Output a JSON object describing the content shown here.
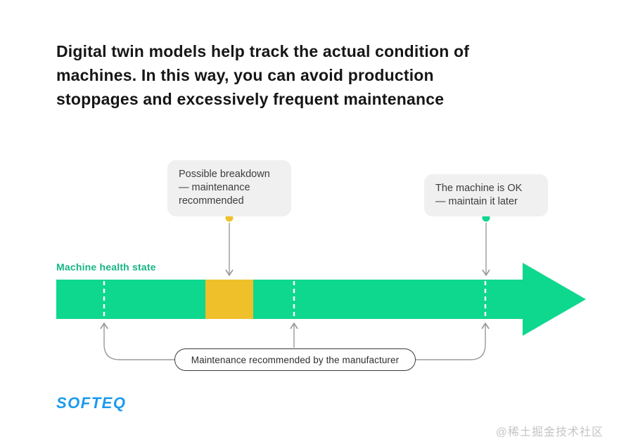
{
  "heading": {
    "text": "Digital twin models help track the actual condition of\nmachines. In this way, you can avoid production\nstoppages and excessively frequent maintenance"
  },
  "callouts": {
    "breakdown": {
      "text": "Possible breakdown\n— maintenance\nrecommended",
      "marker_color": "#f0c02b"
    },
    "ok": {
      "text": "The machine is OK\n— maintain it later",
      "marker_color": "#0ed78e"
    }
  },
  "timeline": {
    "axis_label": "Machine health state",
    "note": "Maintenance recommended by the manufacturer",
    "segments": [
      {
        "state": "healthy",
        "color": "#0ed78e"
      },
      {
        "state": "possible-breakdown",
        "color": "#f0c02b"
      },
      {
        "state": "healthy",
        "color": "#0ed78e"
      }
    ]
  },
  "colors": {
    "bar_green": "#0ed78e",
    "warning_yellow": "#f0c02b",
    "label_green": "#15b583",
    "callout_bg": "#f0f0f1",
    "connector_gray": "#999999",
    "heading_text": "#161616",
    "logo_blue": "#1b9af0",
    "watermark_gray": "#c4c4c4"
  },
  "footer": {
    "logo": "SOFTEQ",
    "watermark": "@稀土掘金技术社区"
  }
}
